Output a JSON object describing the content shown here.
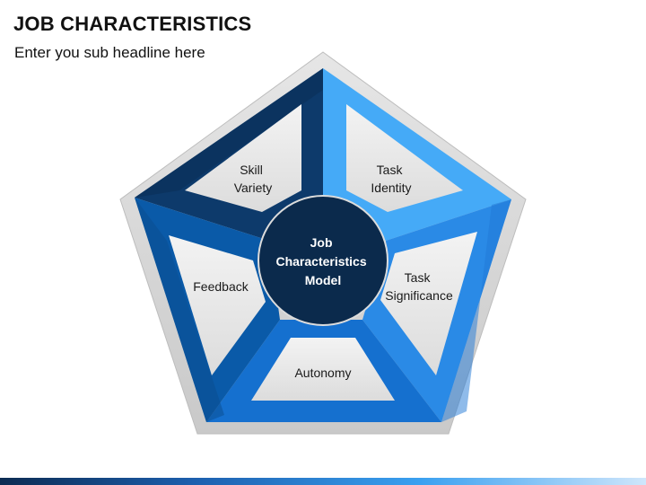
{
  "header": {
    "title": "JOB CHARACTERISTICS",
    "subtitle": "Enter you sub headline here"
  },
  "diagram": {
    "center_label": [
      "Job",
      "Characteristics",
      "Model"
    ],
    "segments": [
      {
        "lines": [
          "Skill",
          "Variety"
        ],
        "color": "#0d3a6b"
      },
      {
        "lines": [
          "Task",
          "Identity"
        ],
        "color": "#45aaf7"
      },
      {
        "lines": [
          "Task",
          "Significance"
        ],
        "color": "#2a8ae6"
      },
      {
        "lines": [
          "Autonomy"
        ],
        "color": "#1570cf"
      },
      {
        "lines": [
          "Feedback"
        ],
        "color": "#0a5aa8"
      }
    ],
    "colors": {
      "center_fill": "#0b2a4c",
      "outer_border": "#d4d4d4",
      "inner_panel": "#e6e6e6"
    }
  }
}
